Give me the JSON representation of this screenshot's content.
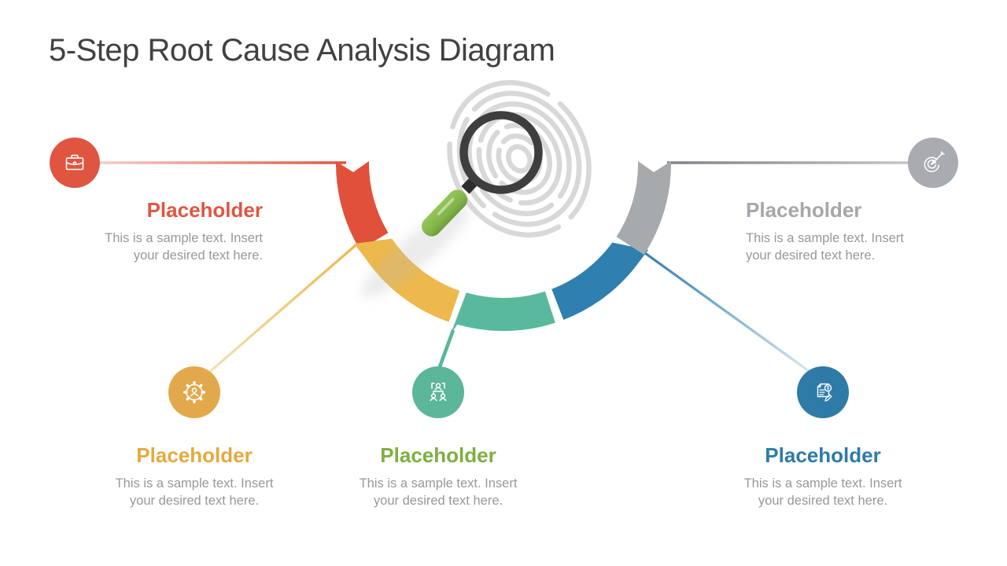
{
  "slide": {
    "title": "5-Step Root Cause Analysis Diagram",
    "background_color": "#ffffff",
    "title_color": "#3f4143"
  },
  "center_graphic": {
    "name": "fingerprint-under-magnifying-glass",
    "fingerprint_color": "#d8d8d8",
    "magnifier_ring_color": "#3e3e3e",
    "magnifier_handle_color": "#85b84e"
  },
  "body_text_color": "#96989a",
  "steps": [
    {
      "position": "top-left",
      "icon": "briefcase-icon",
      "accent_color": "#df5540",
      "arc_color": "#e1503a",
      "title": "Placeholder",
      "body": "This is a sample text. Insert your desired text here."
    },
    {
      "position": "bottom-left",
      "icon": "gear-user-icon",
      "accent_color": "#e2a94c",
      "arc_color": "#edb84c",
      "title": "Placeholder",
      "body": "This is a sample text. Insert your desired text here."
    },
    {
      "position": "bottom-center",
      "icon": "org-chart-icon",
      "accent_color": "#5bb69a",
      "title_color": "#7fae41",
      "arc_color": "#58b99c",
      "title": "Placeholder",
      "body": "This is a sample text. Insert your desired text here."
    },
    {
      "position": "bottom-right",
      "icon": "document-dollar-pencil-icon",
      "accent_color": "#2e7ba8",
      "arc_color": "#2f80ae",
      "badge_glyph": "$",
      "title": "Placeholder",
      "body": "This is a sample text. Insert your desired text here."
    },
    {
      "position": "top-right",
      "icon": "target-arrow-icon",
      "accent_color": "#a8abaf",
      "arc_color": "#a7aaad",
      "title": "Placeholder",
      "body": "This is a sample text. Insert your desired text here."
    }
  ]
}
